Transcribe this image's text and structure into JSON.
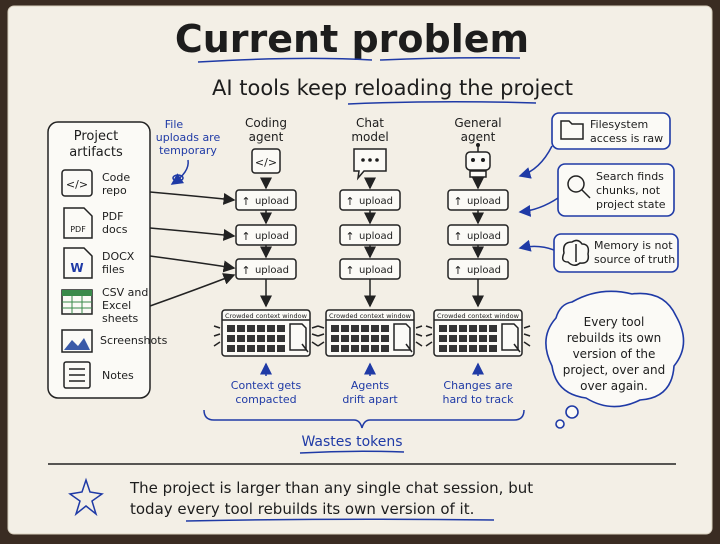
{
  "title": "Current problem",
  "subtitle": {
    "part1": "AI tools keep ",
    "part2": "reloading the project"
  },
  "artifacts": {
    "heading_line1": "Project",
    "heading_line2": "artifacts",
    "items": [
      {
        "icon": "code-icon",
        "line1": "Code",
        "line2": "repo",
        "line3": ""
      },
      {
        "icon": "pdf-icon",
        "line1": "PDF",
        "line2": "docs",
        "line3": "",
        "badge": "PDF"
      },
      {
        "icon": "word-doc-icon",
        "line1": "DOCX",
        "line2": "files",
        "line3": "",
        "badge": "W"
      },
      {
        "icon": "spreadsheet-icon",
        "line1": "CSV and",
        "line2": "Excel",
        "line3": "sheets"
      },
      {
        "icon": "image-icon",
        "line1": "Screenshots",
        "line2": "",
        "line3": ""
      },
      {
        "icon": "notes-icon",
        "line1": "Notes",
        "line2": "",
        "line3": ""
      }
    ]
  },
  "file_note": {
    "line1": "File",
    "line2": "uploads are",
    "line3": "temporary"
  },
  "columns": [
    {
      "name_line1": "Coding",
      "name_line2": "agent",
      "icon": "code-icon",
      "uploads": [
        "upload",
        "upload",
        "upload"
      ],
      "context_label": "Crowded context window",
      "note_line1": "Context gets",
      "note_line2": "compacted"
    },
    {
      "name_line1": "Chat",
      "name_line2": "model",
      "icon": "chat-bubble-icon",
      "uploads": [
        "upload",
        "upload",
        "upload"
      ],
      "context_label": "Crowded context window",
      "note_line1": "Agents",
      "note_line2": "drift apart"
    },
    {
      "name_line1": "General",
      "name_line2": "agent",
      "icon": "robot-icon",
      "uploads": [
        "upload",
        "upload",
        "upload"
      ],
      "context_label": "Crowded context window",
      "note_line1": "Changes are",
      "note_line2": "hard to track"
    }
  ],
  "right_notes": [
    {
      "icon": "folder-icon",
      "line1": "Filesystem",
      "line2": "access is raw",
      "line3": ""
    },
    {
      "icon": "magnifier-icon",
      "line1": "Search finds",
      "line2": "chunks, not",
      "line3": "project state"
    },
    {
      "icon": "brain-icon",
      "line1": "Memory is not",
      "line2": "source of truth",
      "line3": ""
    }
  ],
  "thought": {
    "line1": "Every tool",
    "line2": "rebuilds its own",
    "line3": "version of the",
    "line4": "project, over and",
    "line5": "over again."
  },
  "wastes_tokens": "Wastes tokens",
  "footer": {
    "line1": "The project is larger than any single chat session, but",
    "line2_prefix": "today ",
    "line2_highlight": "every tool rebuilds its own version of it."
  },
  "colors": {
    "ink": "#1d1d1d",
    "accent_blue": "#1f3aa6",
    "paper": "#f3efe6"
  }
}
